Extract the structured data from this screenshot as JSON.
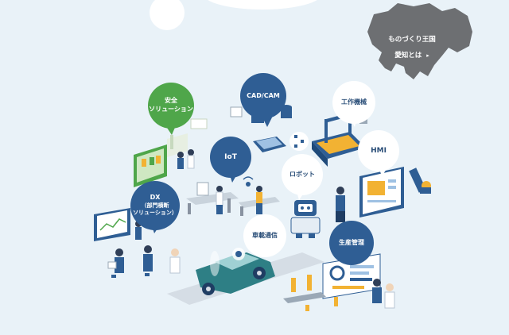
{
  "nav": {
    "aichi": {
      "line1": "ものづくり王国",
      "line2": "愛知とは",
      "arrow": "▸"
    }
  },
  "bubbles": {
    "anzen": {
      "line1": "安全",
      "line2": "ソリューション"
    },
    "cadcam": {
      "line1": "CAD/CAM"
    },
    "kousaku": {
      "line1": "工作機械"
    },
    "iot": {
      "line1": "IoT"
    },
    "hmi": {
      "line1": "HMI"
    },
    "robot": {
      "line1": "ロボット"
    },
    "dx": {
      "line1": "DX",
      "line2": "（部門横断",
      "line3": "ソリューション）"
    },
    "shasai": {
      "line1": "車載通信"
    },
    "seisan": {
      "line1": "生産管理"
    }
  },
  "colors": {
    "background": "#e9f2f8",
    "navy": "#2f5e94",
    "green": "#4fa64a",
    "gray_map": "#6d6f72",
    "teal": "#2e7f85",
    "yellow": "#f2b233",
    "white": "#ffffff"
  }
}
